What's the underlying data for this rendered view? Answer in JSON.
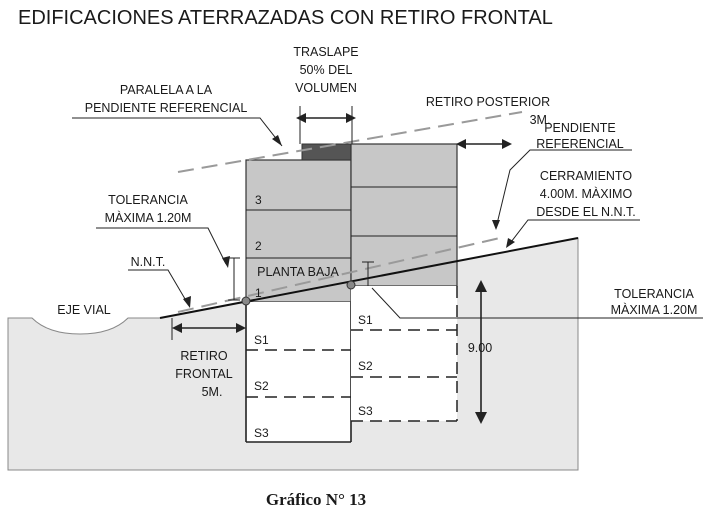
{
  "title": "EDIFICACIONES ATERRAZADAS  CON RETIRO FRONTAL",
  "caption": "Gráfico N° 13",
  "labels": {
    "traslape_1": "TRASLAPE",
    "traslape_2": "50% DEL",
    "traslape_3": "VOLUMEN",
    "paralela_1": "PARALELA A LA",
    "paralela_2": "PENDIENTE REFERENCIAL",
    "retiro_posterior_1": "RETIRO POSTERIOR",
    "retiro_posterior_2": "3M.",
    "pendiente_1": "PENDIENTE",
    "pendiente_2": "REFERENCIAL",
    "cerramiento_1": "CERRAMIENTO",
    "cerramiento_2": "4.00M. MÀXIMO",
    "cerramiento_3": "DESDE EL N.N.T.",
    "tolerancia_left_1": "TOLERANCIA",
    "tolerancia_left_2": "MÀXIMA 1.20M",
    "tolerancia_right_1": "TOLERANCIA",
    "tolerancia_right_2": "MÀXIMA 1.20M",
    "nnt": "N.N.T.",
    "eje_vial": "EJE VIAL",
    "planta_baja": "PLANTA BAJA",
    "retiro_frontal_1": "RETIRO",
    "retiro_frontal_2": "FRONTAL",
    "retiro_frontal_3": "5M.",
    "dimension_9": "9.00"
  },
  "floors": {
    "f3": "3",
    "f2": "2",
    "f1": "1"
  },
  "basements_left": [
    "S1",
    "S2",
    "S3"
  ],
  "basements_right": [
    "S1",
    "S2",
    "S3"
  ],
  "colors": {
    "ground": "#e8e8e8",
    "building_fill": "#c7c7c7",
    "roof_dark": "#555555",
    "dashed_gray": "#9a9a9a"
  }
}
